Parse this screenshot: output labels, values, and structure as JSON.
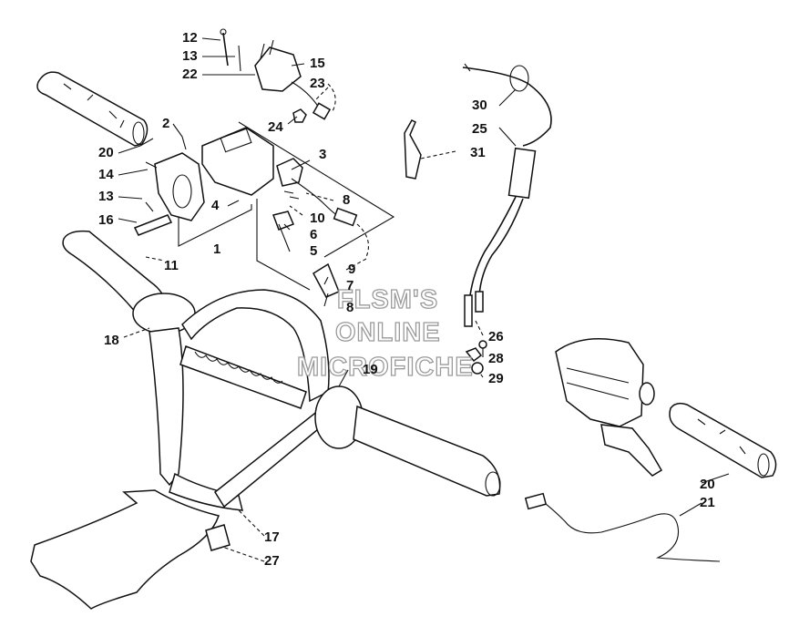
{
  "diagram": {
    "watermark": [
      "FLSM'S",
      "ONLINE",
      "MICROFICHE"
    ],
    "callouts": [
      {
        "id": "c12",
        "text": "12"
      },
      {
        "id": "c13a",
        "text": "13"
      },
      {
        "id": "c22",
        "text": "22"
      },
      {
        "id": "c15",
        "text": "15"
      },
      {
        "id": "c23",
        "text": "23"
      },
      {
        "id": "c24",
        "text": "24"
      },
      {
        "id": "c2",
        "text": "2"
      },
      {
        "id": "c20a",
        "text": "20"
      },
      {
        "id": "c14",
        "text": "14"
      },
      {
        "id": "c13b",
        "text": "13"
      },
      {
        "id": "c16",
        "text": "16"
      },
      {
        "id": "c11",
        "text": "11"
      },
      {
        "id": "c4",
        "text": "4"
      },
      {
        "id": "c1",
        "text": "1"
      },
      {
        "id": "c3",
        "text": "3"
      },
      {
        "id": "c8a",
        "text": "8"
      },
      {
        "id": "c10",
        "text": "10"
      },
      {
        "id": "c6",
        "text": "6"
      },
      {
        "id": "c5",
        "text": "5"
      },
      {
        "id": "c9",
        "text": "9"
      },
      {
        "id": "c7",
        "text": "7"
      },
      {
        "id": "c8b",
        "text": "8"
      },
      {
        "id": "c30",
        "text": "30"
      },
      {
        "id": "c25",
        "text": "25"
      },
      {
        "id": "c31",
        "text": "31"
      },
      {
        "id": "c26",
        "text": "26"
      },
      {
        "id": "c28",
        "text": "28"
      },
      {
        "id": "c29",
        "text": "29"
      },
      {
        "id": "c18",
        "text": "18"
      },
      {
        "id": "c19",
        "text": "19"
      },
      {
        "id": "c20b",
        "text": "20"
      },
      {
        "id": "c21",
        "text": "21"
      },
      {
        "id": "c17",
        "text": "17"
      },
      {
        "id": "c27",
        "text": "27"
      }
    ]
  }
}
